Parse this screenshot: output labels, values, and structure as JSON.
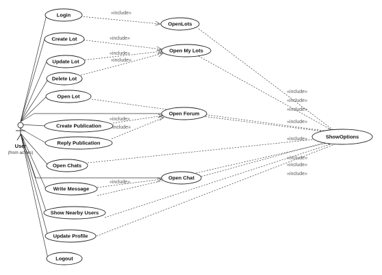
{
  "actor": {
    "name": "User",
    "subtitle": "(from actors)"
  },
  "use_cases": {
    "login": "Login",
    "open_lots": "OpenLots",
    "create_lot": "Create Lot",
    "open_my_lots": "Open My Lots",
    "update_lot": "Update Lot",
    "delete_lot": "Delete Lot",
    "open_lot": "Open Lot",
    "open_forum": "Open Forum",
    "create_publication": "Create Publication",
    "reply_publication": "Reply Publication",
    "show_options": "ShowOptions",
    "open_chats": "Open Chats",
    "open_chat": "Open Chat",
    "write_message": "Write Message",
    "show_nearby_users": "Show Nearby Users",
    "update_profile": "Update Profile",
    "logout": "Logout"
  },
  "relationship_label": "«include»",
  "colors": {
    "line": "#333333",
    "background": "#ffffff"
  }
}
